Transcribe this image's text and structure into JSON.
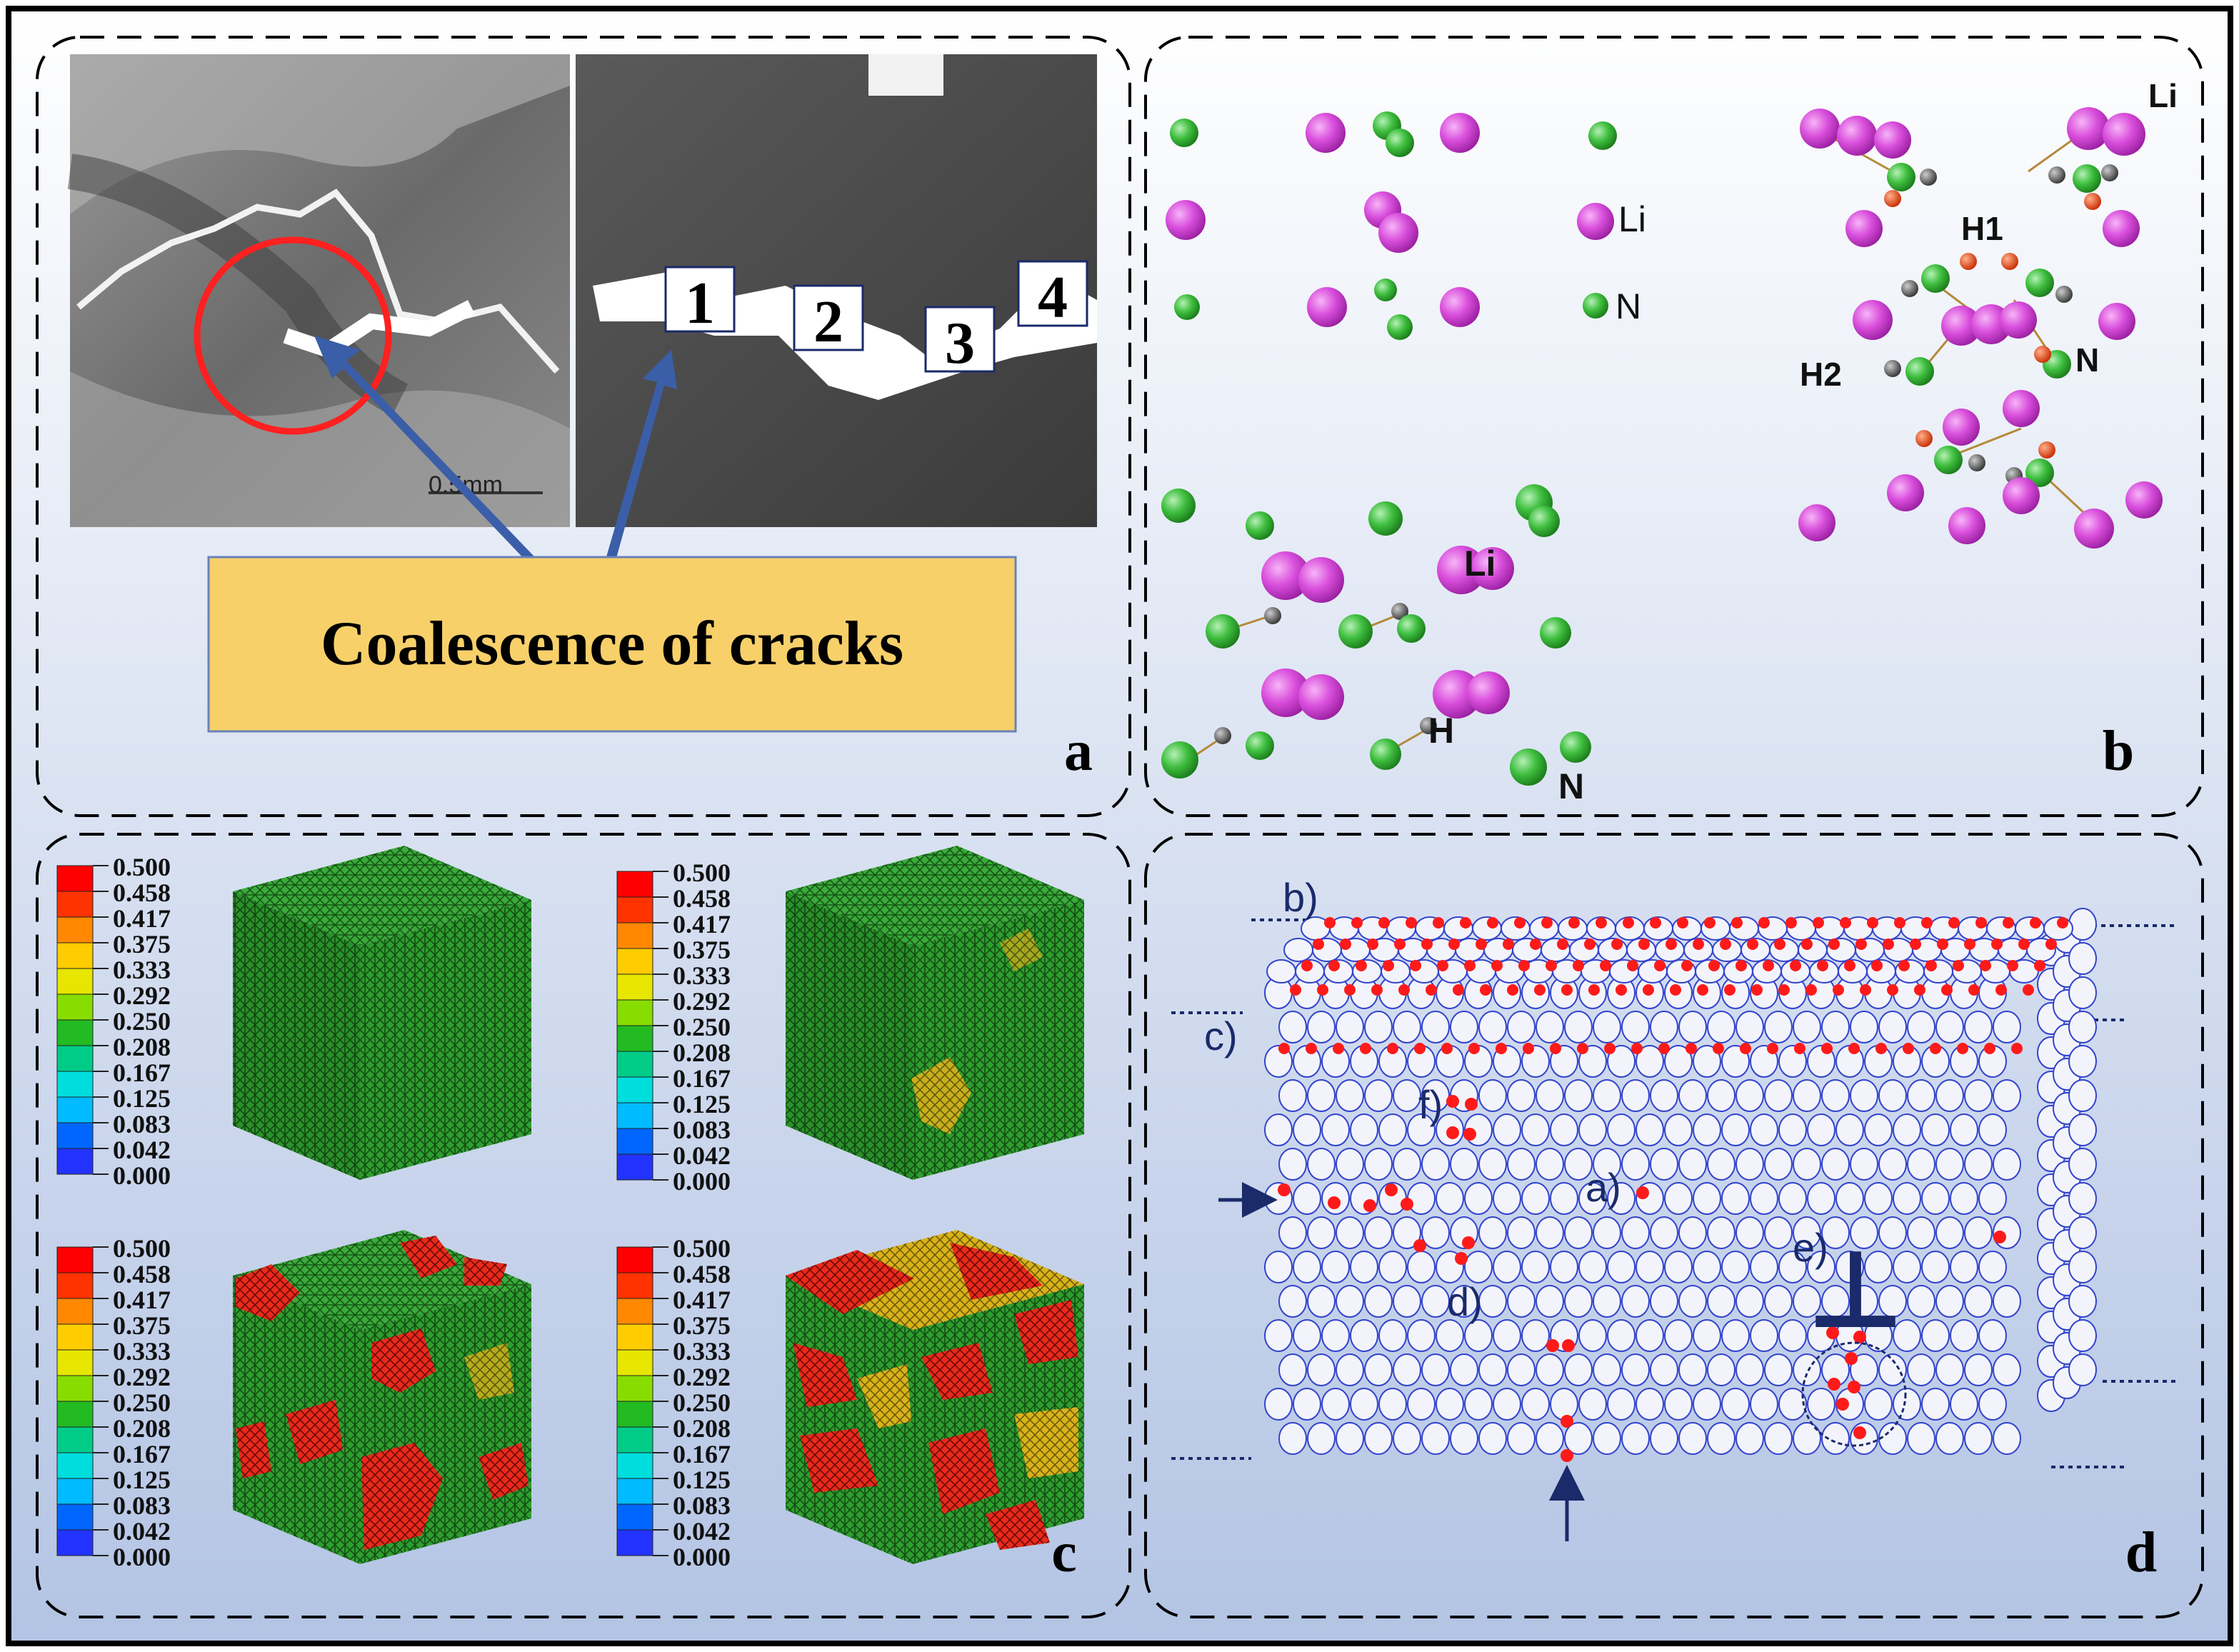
{
  "panel_labels": {
    "a": "a",
    "b": "b",
    "c": "c",
    "d": "d"
  },
  "panel_a": {
    "callout": "Coalescence of cracks",
    "crack_numbers": [
      "1",
      "2",
      "3",
      "4"
    ],
    "scale_bar": "0.5mm"
  },
  "panel_b": {
    "top_left_labels": {
      "li": "Li",
      "n": "N"
    },
    "top_right_labels": {
      "li": "Li",
      "h1": "H1",
      "h2": "H2",
      "n": "N"
    },
    "bottom_labels": {
      "li": "Li",
      "h": "H",
      "n": "N"
    }
  },
  "panel_c": {
    "legend_values": [
      "0.500",
      "0.458",
      "0.417",
      "0.375",
      "0.333",
      "0.292",
      "0.250",
      "0.208",
      "0.167",
      "0.125",
      "0.083",
      "0.042",
      "0.000"
    ],
    "legend_colors": [
      "#ff0000",
      "#ff3300",
      "#ff8800",
      "#ffcc00",
      "#e6e600",
      "#88dd00",
      "#22bb22",
      "#00cc88",
      "#00dddd",
      "#00bbff",
      "#0066ff",
      "#2233ff",
      "#0000ff"
    ]
  },
  "panel_d": {
    "defect_labels": {
      "b": "b)",
      "c": "c)",
      "f": "f)",
      "a": "a)",
      "d": "d)",
      "e": "e)"
    },
    "dislocation_symbol": "⊥"
  },
  "colors": {
    "background_top": "#ffffff",
    "background_bottom": "#b7c7e6",
    "li_atom": "#d94fdc",
    "n_atom": "#3fbf3f",
    "h_atom": "#555555",
    "o_atom": "#e84c1a",
    "callout_fill": "#f7d06a",
    "arrow": "#3b5ea8",
    "red_circle": "#ff2020",
    "defect_atom": "#ff1a1a",
    "lattice_outline": "#3344cc"
  }
}
